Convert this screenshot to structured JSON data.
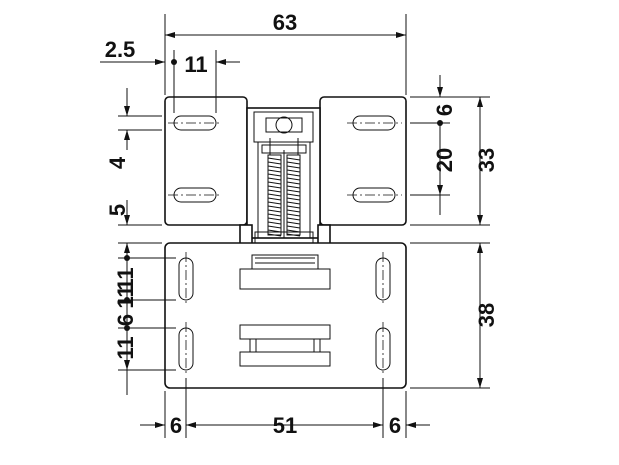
{
  "dimensions": {
    "top_width": "63",
    "top_offset": "2.5",
    "top_slot_spacing": "11",
    "right_top_offset": "6",
    "right_slot_pitch": "20",
    "right_upper_height": "33",
    "left_slot_height": "4",
    "left_gap": "5",
    "left_lower_slot_a": "11",
    "left_lower_slot_b": "11",
    "left_lower_mid": "6",
    "left_lower_slot_c": "11",
    "right_lower_height": "38",
    "bottom_left": "6",
    "bottom_middle": "51",
    "bottom_right": "6"
  },
  "colors": {
    "line": "#111111",
    "background": "#ffffff"
  }
}
